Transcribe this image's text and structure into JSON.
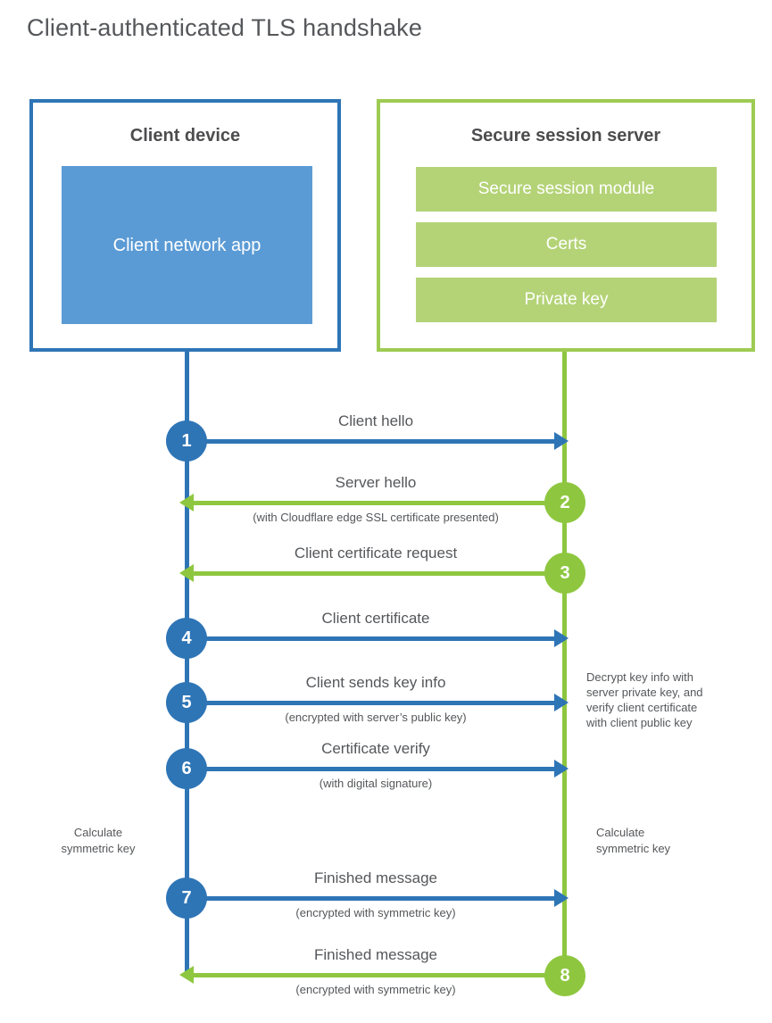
{
  "title": "Client-authenticated TLS handshake",
  "client_box": {
    "title": "Client device",
    "app_label": "Client network app"
  },
  "server_box": {
    "title": "Secure session server",
    "modules": [
      "Secure session module",
      "Certs",
      "Private key"
    ]
  },
  "messages": [
    {
      "step": "1",
      "label": "Client hello",
      "sub": "",
      "from": "client",
      "to": "server"
    },
    {
      "step": "2",
      "label": "Server hello",
      "sub": "(with Cloudflare edge SSL certificate presented)",
      "from": "server",
      "to": "client"
    },
    {
      "step": "3",
      "label": "Client certificate request",
      "sub": "",
      "from": "server",
      "to": "client"
    },
    {
      "step": "4",
      "label": "Client certificate",
      "sub": "",
      "from": "client",
      "to": "server"
    },
    {
      "step": "5",
      "label": "Client sends key info",
      "sub": "(encrypted with server’s public key)",
      "from": "client",
      "to": "server"
    },
    {
      "step": "6",
      "label": "Certificate verify",
      "sub": "(with digital signature)",
      "from": "client",
      "to": "server"
    },
    {
      "step": "7",
      "label": "Finished message",
      "sub": "(encrypted with symmetric key)",
      "from": "client",
      "to": "server"
    },
    {
      "step": "8",
      "label": "Finished message",
      "sub": "(encrypted with symmetric key)",
      "from": "server",
      "to": "client"
    }
  ],
  "annotations": {
    "calc_client": {
      "lines": [
        "Calculate",
        "symmetric key"
      ]
    },
    "calc_server": {
      "lines": [
        "Calculate",
        "symmetric key"
      ]
    },
    "server_note": "Decrypt key info with server private key, and verify client certificate with client public key"
  },
  "colors": {
    "client_accent": "#2e75b6",
    "client_fill": "#5b9bd5",
    "server_accent": "#8ec73f",
    "server_border": "#9ecb52",
    "server_fill": "#b4d377",
    "heading_text": "#4d4d4f",
    "body_text": "#55575a"
  }
}
